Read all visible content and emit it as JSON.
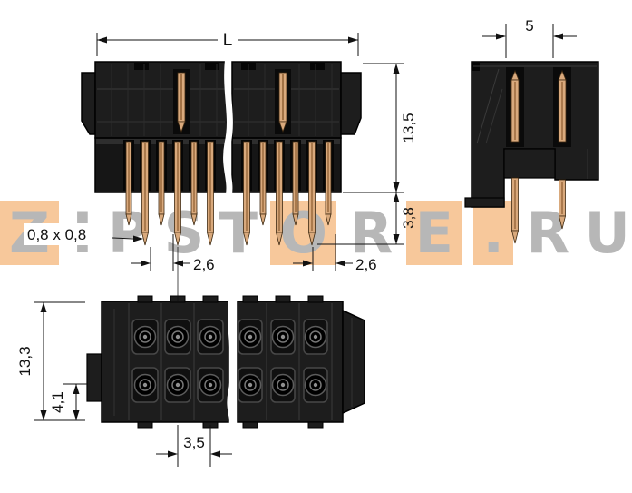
{
  "drawing": {
    "title": "connector-technical-drawing",
    "dimensions": {
      "total_length": "L",
      "side_width": "5",
      "housing_height": "13,5",
      "pin_length": "3,8",
      "pin_cross_section": "0,8 x 0,8",
      "row_offset_left": "2,6",
      "row_offset_right": "2,6",
      "body_depth": "13,3",
      "row_spacing": "4,1",
      "pin_pitch": "3,5"
    }
  },
  "watermark": {
    "text": "ZIPSTORE.RU",
    "letter_color": "#b4b4b4",
    "highlight_color": "#f7c696",
    "letters": [
      {
        "char": "Z",
        "highlight": true
      },
      {
        "char": "I",
        "highlight": false
      },
      {
        "char": "P",
        "highlight": false
      },
      {
        "char": "S",
        "highlight": false
      },
      {
        "char": "T",
        "highlight": false
      },
      {
        "char": "O",
        "highlight": true
      },
      {
        "char": "R",
        "highlight": false
      },
      {
        "char": "E",
        "highlight": true
      },
      {
        "char": ".",
        "highlight": true
      },
      {
        "char": "R",
        "highlight": false
      },
      {
        "char": "U",
        "highlight": false
      }
    ]
  },
  "colors": {
    "body": "#1d1d1d",
    "body_shadow": "#0a0a0a",
    "pin_copper": "#d9a97c",
    "line": "#111111",
    "background": "#ffffff"
  }
}
